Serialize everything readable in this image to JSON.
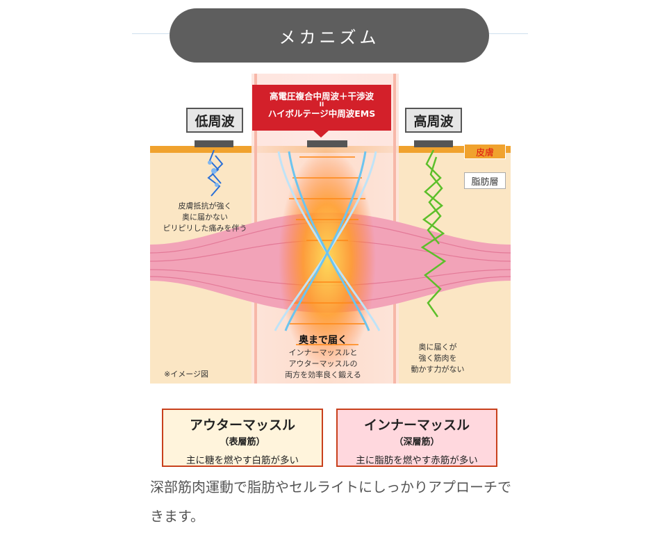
{
  "header": {
    "title": "メカニズム"
  },
  "diagram": {
    "low_freq_label": "低周波",
    "high_freq_label": "高周波",
    "center_label_line1": "高電圧複合中周波＋干渉波",
    "center_label_eq": "II",
    "center_label_line2": "ハイボルテージ中周波EMS",
    "skin_label": "皮膚",
    "fat_label": "脂肪層",
    "low_caption": [
      "皮膚抵抗が強く",
      "奥に届かない",
      "ピリピリした痛みを伴う"
    ],
    "center_heading": "奥まで届く",
    "center_caption": [
      "インナーマッスルと",
      "アウターマッスルの",
      "両方を効率良く鍛える"
    ],
    "high_caption": [
      "奥に届くが",
      "強く筋肉を",
      "動かす力がない"
    ],
    "image_note": "※イメージ図",
    "colors": {
      "skin": "#f0a22e",
      "fat": "#fbe6c4",
      "muscle": "#f2a3b8",
      "center": "#d3202a",
      "blue": "#2a6fd6",
      "green": "#5cbf2a"
    }
  },
  "boxes": [
    {
      "title": "アウターマッスル",
      "sub": "（表層筋）",
      "desc": "主に糖を燃やす白筋が多い",
      "bg": "#fff4dc"
    },
    {
      "title": "インナーマッスル",
      "sub": "（深層筋）",
      "desc": "主に脂肪を燃やす赤筋が多い",
      "bg": "#ffd8de"
    }
  ],
  "body": {
    "text": "深部筋肉運動で脂肪やセルライトにしっかりアプローチできます。"
  }
}
